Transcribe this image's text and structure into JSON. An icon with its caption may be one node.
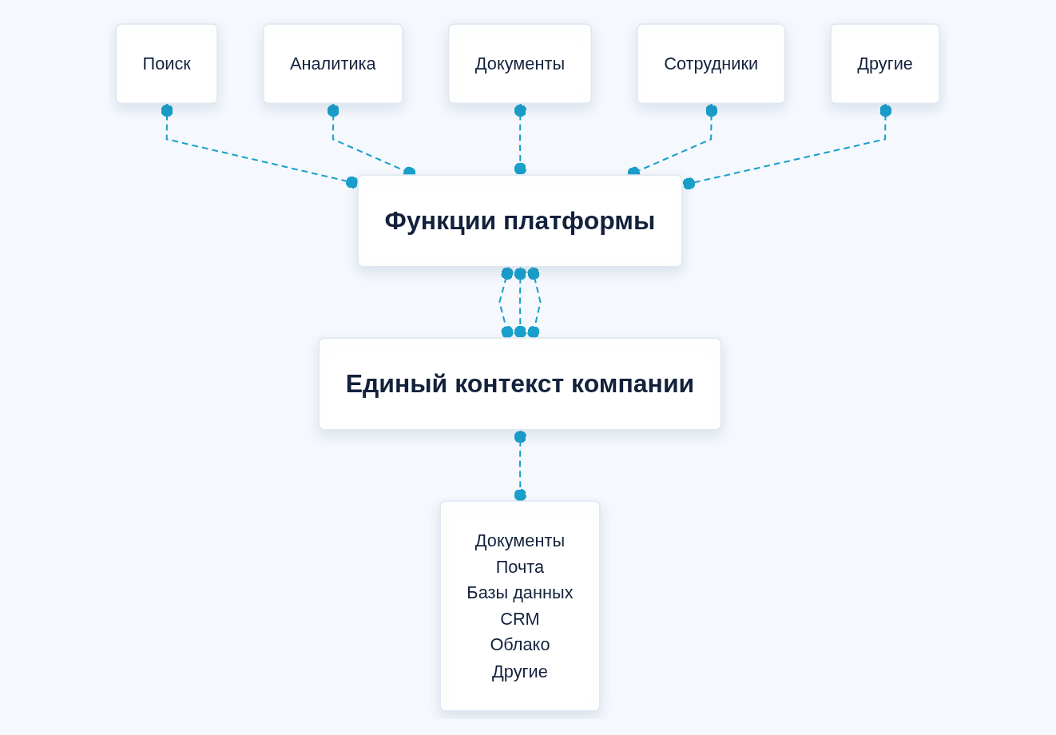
{
  "diagram": {
    "nodes": [
      {
        "text": [
          "Поиск"
        ]
      },
      {
        "text": [
          "Аналитика"
        ]
      },
      {
        "text": [
          "Документы"
        ]
      },
      {
        "text": [
          "Сотрудники"
        ]
      },
      {
        "text": [
          "Другие"
        ]
      },
      {
        "text": [
          "Функции платформы"
        ]
      },
      {
        "text": [
          "Единый контекст компании"
        ]
      },
      {
        "text": [
          "Документы",
          "Почта",
          "Базы данных",
          "CRM",
          "Облако",
          "Другие"
        ]
      }
    ],
    "edges": [
      {
        "from": 0,
        "to": 5,
        "arrow": "other",
        "style": "dashed"
      },
      {
        "from": 1,
        "to": 5,
        "arrow": "other",
        "style": "dashed"
      },
      {
        "from": 2,
        "to": 5,
        "arrow": "other",
        "style": "dashed"
      },
      {
        "from": 3,
        "to": 5,
        "arrow": "other",
        "style": "dashed"
      },
      {
        "from": 4,
        "to": 5,
        "arrow": "other",
        "style": "dashed"
      },
      {
        "from": 5,
        "to": 6,
        "arrow": "other",
        "style": "dashed"
      },
      {
        "from": 5,
        "to": 6,
        "arrow": "other",
        "style": "dashed"
      },
      {
        "from": 5,
        "to": 6,
        "arrow": "other",
        "style": "dashed"
      },
      {
        "from": 6,
        "to": 7,
        "arrow": "other",
        "style": "dashed"
      }
    ]
  }
}
